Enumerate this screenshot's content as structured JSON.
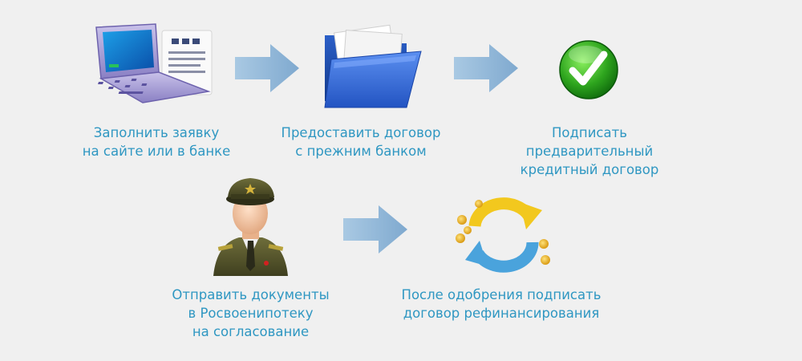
{
  "colors": {
    "caption_text": "#2f97c2",
    "arrow": "#8fb6d6",
    "background": "#f0f0f0"
  },
  "steps": [
    {
      "icon": "laptop-icon",
      "lines": [
        "Заполнить заявку",
        "на сайте или в банке"
      ]
    },
    {
      "icon": "folder-icon",
      "lines": [
        "Предоставить договор",
        "с прежним банком"
      ]
    },
    {
      "icon": "checkmark-icon",
      "lines": [
        "Подписать",
        "предварительный",
        "кредитный договор"
      ]
    },
    {
      "icon": "officer-icon",
      "lines": [
        "Отправить документы",
        "в Росвоенипотеку",
        "на согласование"
      ]
    },
    {
      "icon": "refresh-coins-icon",
      "lines": [
        "После одобрения подписать",
        "договор рефинансирования"
      ]
    }
  ],
  "arrows": [
    "arrow-right-icon",
    "arrow-right-icon",
    "arrow-right-icon"
  ]
}
